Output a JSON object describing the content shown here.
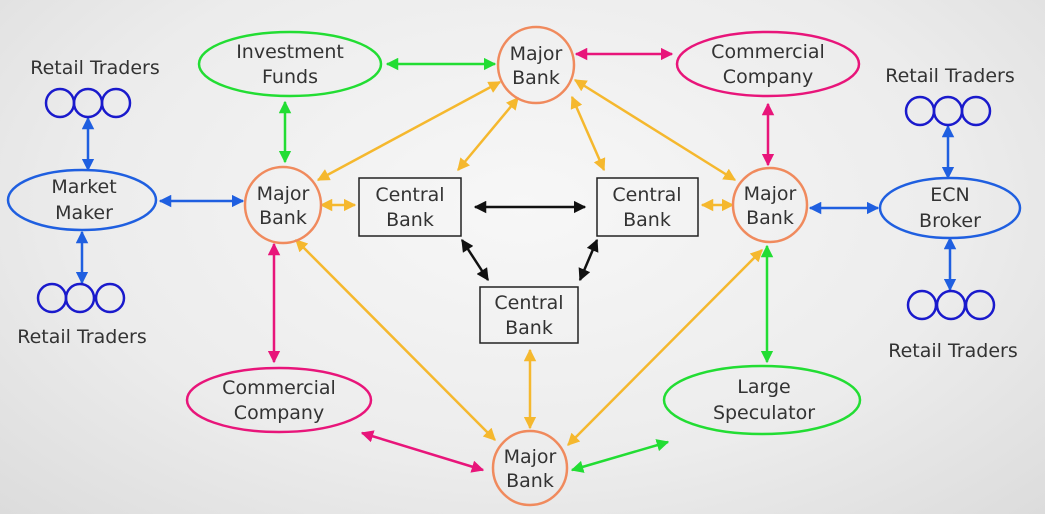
{
  "title": "Forex market structure",
  "colors": {
    "bank": "#f08a5d",
    "blue": "#1f5fe0",
    "green": "#22dd33",
    "magenta": "#e8157a",
    "orange": "#f5b82e",
    "black": "#111111",
    "retail": "#1a1acc"
  },
  "nodes": {
    "major_bank_top": [
      "Major",
      "Bank"
    ],
    "major_bank_left": [
      "Major",
      "Bank"
    ],
    "major_bank_right": [
      "Major",
      "Bank"
    ],
    "major_bank_bottom": [
      "Major",
      "Bank"
    ],
    "central_bank_left": [
      "Central",
      "Bank"
    ],
    "central_bank_right": [
      "Central",
      "Bank"
    ],
    "central_bank_bottom": [
      "Central",
      "Bank"
    ],
    "investment_funds": [
      "Investment",
      "Funds"
    ],
    "commercial_company_top": [
      "Commercial",
      "Company"
    ],
    "commercial_company_bottom": [
      "Commercial",
      "Company"
    ],
    "market_maker": [
      "Market",
      "Maker"
    ],
    "ecn_broker": [
      "ECN",
      "Broker"
    ],
    "large_speculator": [
      "Large",
      "Speculator"
    ],
    "retail_traders_top_left": "Retail Traders",
    "retail_traders_bottom_left": "Retail Traders",
    "retail_traders_top_right": "Retail Traders",
    "retail_traders_bottom_right": "Retail Traders"
  }
}
